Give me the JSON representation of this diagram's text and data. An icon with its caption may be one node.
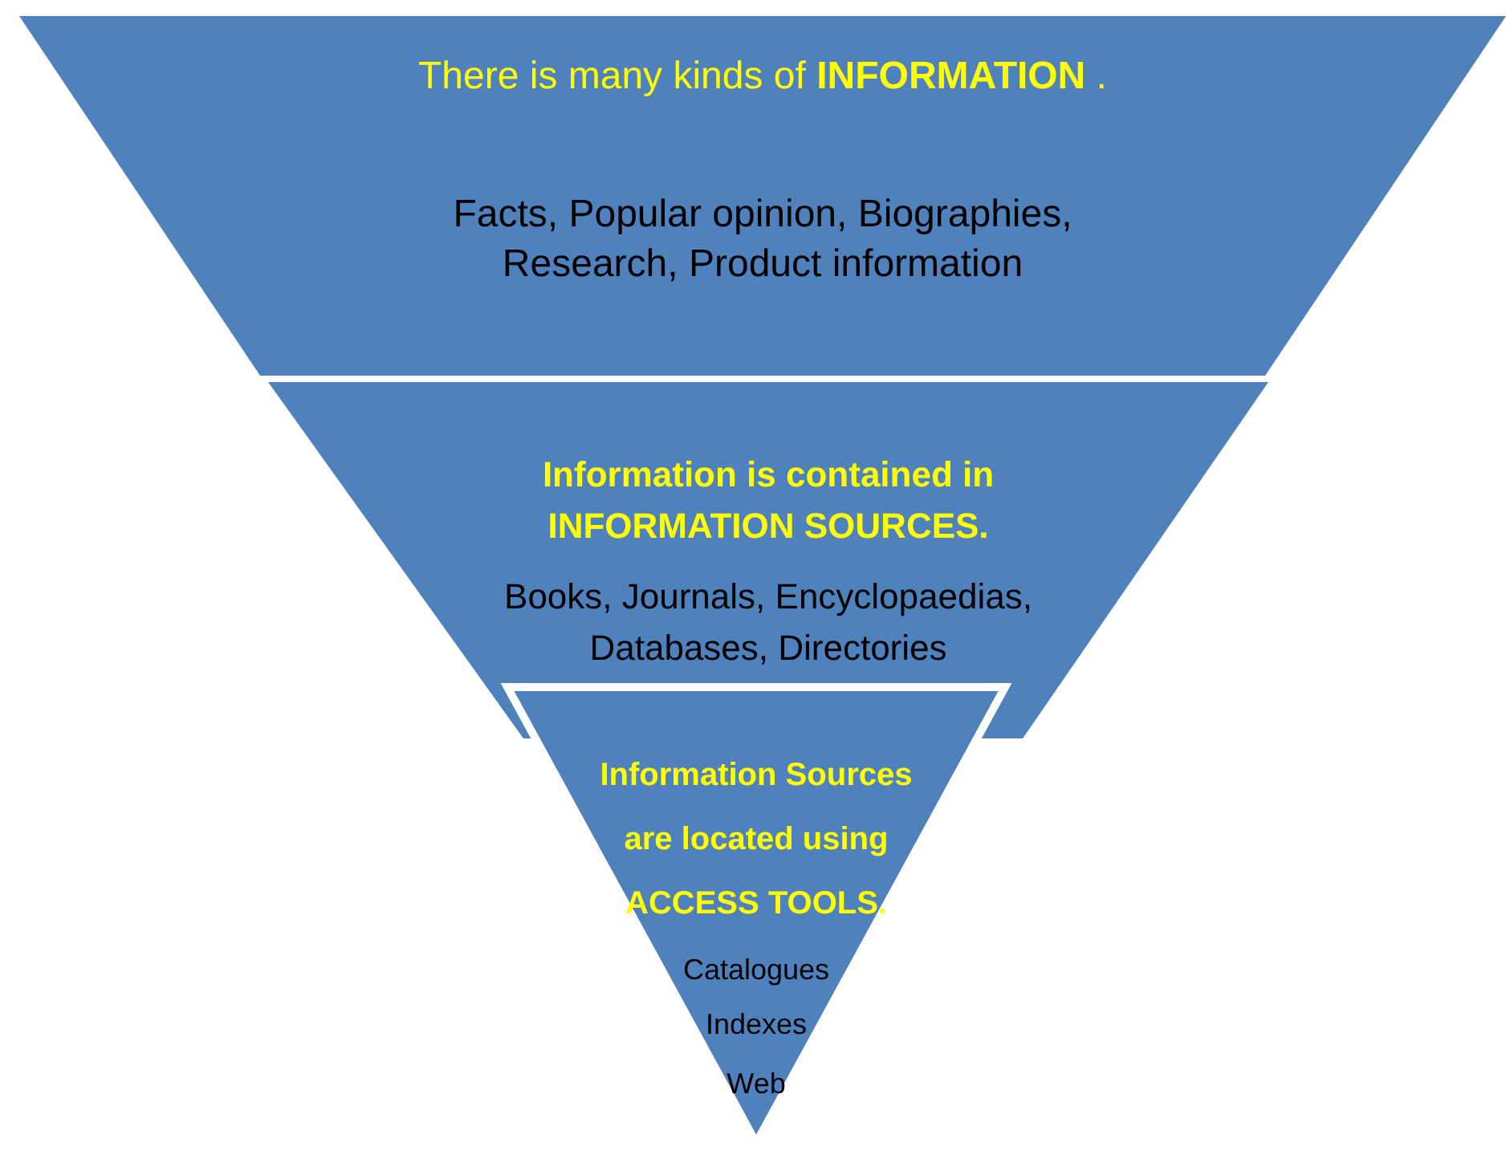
{
  "diagram": {
    "nodes": [
      {
        "text": [
          "There is many kinds of **INFORMATION** .",
          "Facts, Popular opinion, Biographies, Research, Product information"
        ]
      },
      {
        "text": [
          "Information is contained in INFORMATION SOURCES.",
          "Books, Journals, Encyclopaedias, Databases, Directories"
        ]
      },
      {
        "text": [
          "Information Sources are located using ACCESS TOOLS.",
          "Catalogues",
          "Indexes",
          "Web"
        ]
      }
    ]
  }
}
